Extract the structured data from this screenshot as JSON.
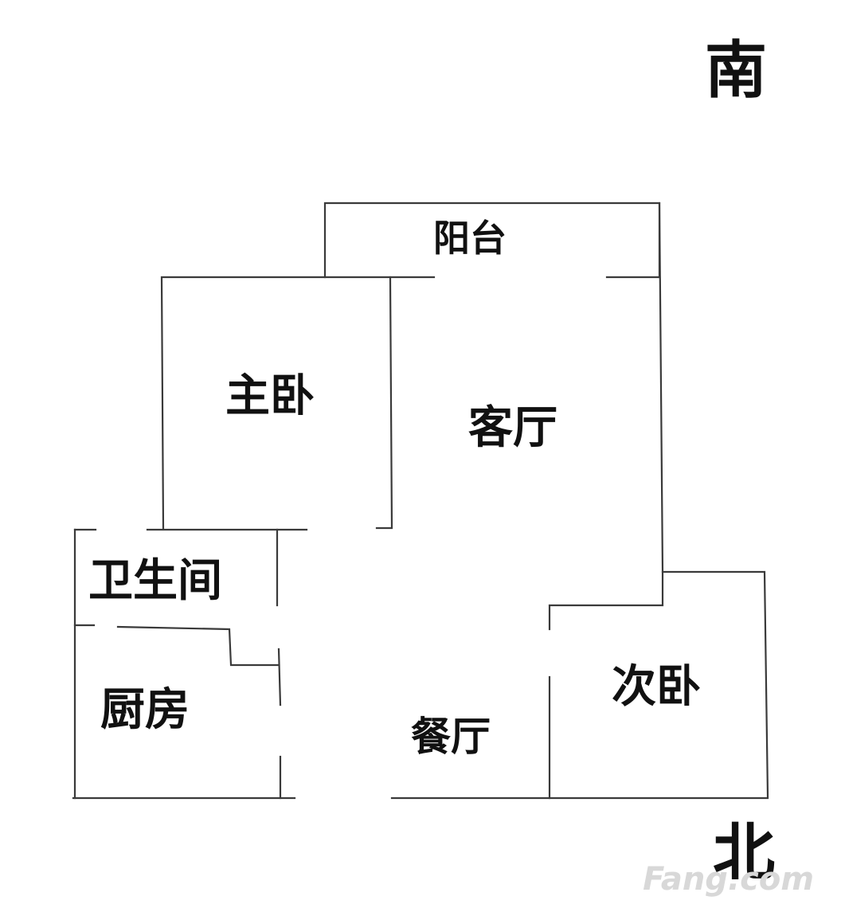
{
  "compass": {
    "south": "南",
    "north": "北"
  },
  "rooms": {
    "balcony": "阳台",
    "master_bedroom": "主卧",
    "living_room": "客厅",
    "bathroom": "卫生间",
    "kitchen": "厨房",
    "dining_room": "餐厅",
    "second_bedroom": "次卧"
  },
  "watermark": "Fang.com",
  "colors": {
    "wall": "#3a3a3a",
    "text": "#111111",
    "background": "#ffffff"
  }
}
